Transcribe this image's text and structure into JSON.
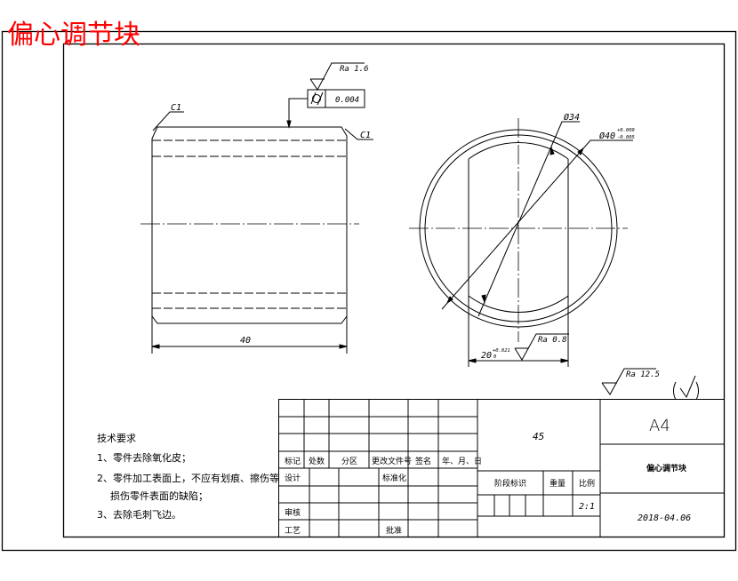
{
  "title": {
    "text": "偏心调节块",
    "color": "#ff0000"
  },
  "front_view": {
    "chamfer_left": "C1",
    "chamfer_right": "C1",
    "length_dim": "40",
    "roughness": "Ra 1.6",
    "tolerance_symbol": "cylindricity",
    "tolerance_value": "0.004"
  },
  "side_view": {
    "inner_dia": "Ø34",
    "outer_dia": "Ø40",
    "outer_tol_upper": "+0.009",
    "outer_tol_lower": "-0.005",
    "slot_width": "20",
    "slot_tol_upper": "+0.021",
    "slot_tol_lower": "0",
    "slot_roughness": "Ra 0.8"
  },
  "general_roughness": "Ra 12.5",
  "tech_requirements": {
    "heading": "技术要求",
    "items": [
      "1、零件去除氧化皮；",
      "2、零件加工表面上，不应有划痕、擦伤等",
      "损伤零件表面的缺陷；",
      "3、去除毛刺飞边。"
    ]
  },
  "title_block": {
    "rev_headers": [
      "标记",
      "处数",
      "分区",
      "更改文件号",
      "签名",
      "年、月、日"
    ],
    "design": "设计",
    "standardize": "标准化",
    "review": "审核",
    "process": "工艺",
    "approve": "批准",
    "material": "45",
    "stage_mark": "阶段标识",
    "weight": "重量",
    "scale_label": "比例",
    "scale": "2:1",
    "sheet_size": "A4",
    "part_name": "偏心调节块",
    "date": "2018-04.06"
  }
}
